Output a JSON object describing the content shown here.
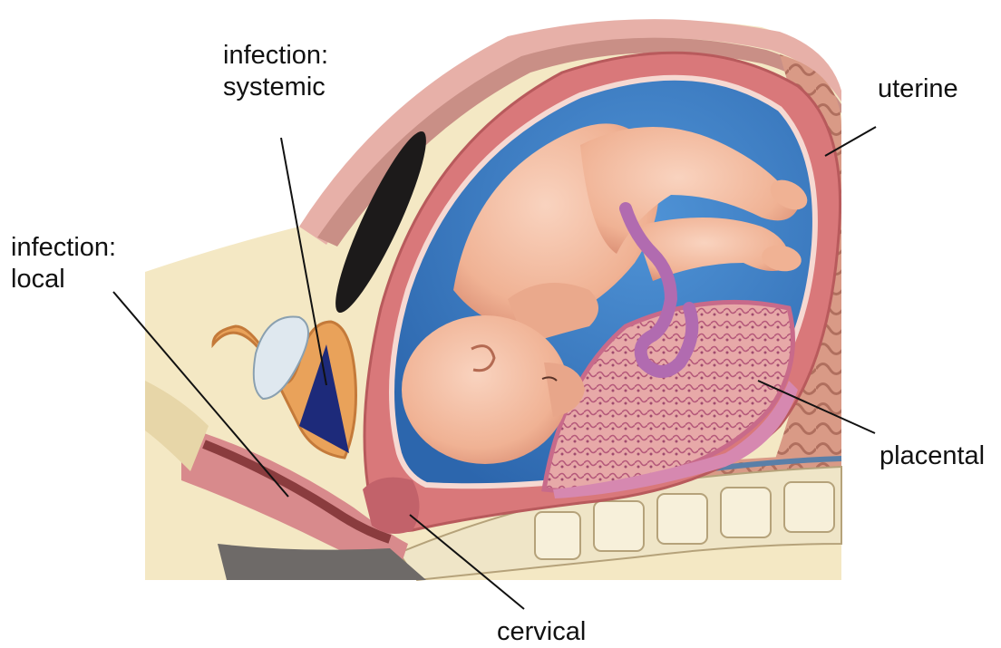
{
  "labels": {
    "infection_systemic": "infection:\nsystemic",
    "infection_local": "infection:\nlocal",
    "uterine": "uterine",
    "placental": "placental",
    "cervical": "cervical"
  },
  "colors": {
    "background": "#ffffff",
    "amniotic_fluid": "#3d7fc4",
    "uterine_wall": "#d9787a",
    "fetus_skin": "#f2b79a",
    "placenta": "#c86a8a",
    "bladder_infection": "#1d2a7a",
    "bone": "#eee6c8",
    "label_text": "#111111"
  }
}
